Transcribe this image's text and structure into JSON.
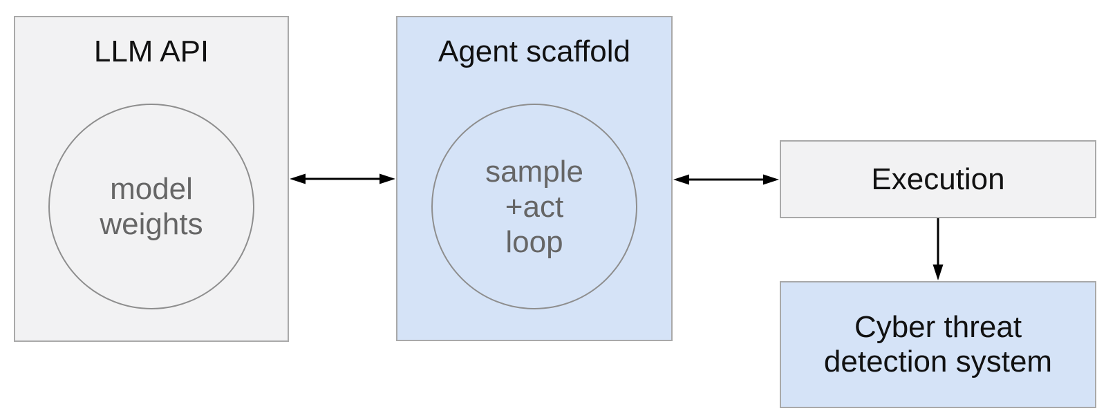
{
  "colors": {
    "canvas_bg": "#ffffff",
    "gray_fill": "#f2f2f3",
    "blue_fill": "#d5e3f7",
    "box_border": "#a9a9a9",
    "circle_border": "#8e8e8e",
    "title_text": "#111111",
    "circle_text": "#666666",
    "arrow": "#000000"
  },
  "nodes": {
    "llm_api": {
      "title": "LLM API",
      "circle_lines": [
        "model",
        "weights"
      ]
    },
    "agent_scaffold": {
      "title": "Agent scaffold",
      "circle_lines": [
        "sample",
        "+act",
        "loop"
      ]
    },
    "execution": {
      "title": "Execution"
    },
    "cyber_threat_detection": {
      "title_lines": [
        "Cyber threat",
        "detection system"
      ]
    }
  },
  "edges": [
    {
      "from": "llm_api",
      "to": "agent_scaffold",
      "direction": "bidirectional"
    },
    {
      "from": "agent_scaffold",
      "to": "execution",
      "direction": "bidirectional"
    },
    {
      "from": "execution",
      "to": "cyber_threat_detection",
      "direction": "down"
    }
  ]
}
